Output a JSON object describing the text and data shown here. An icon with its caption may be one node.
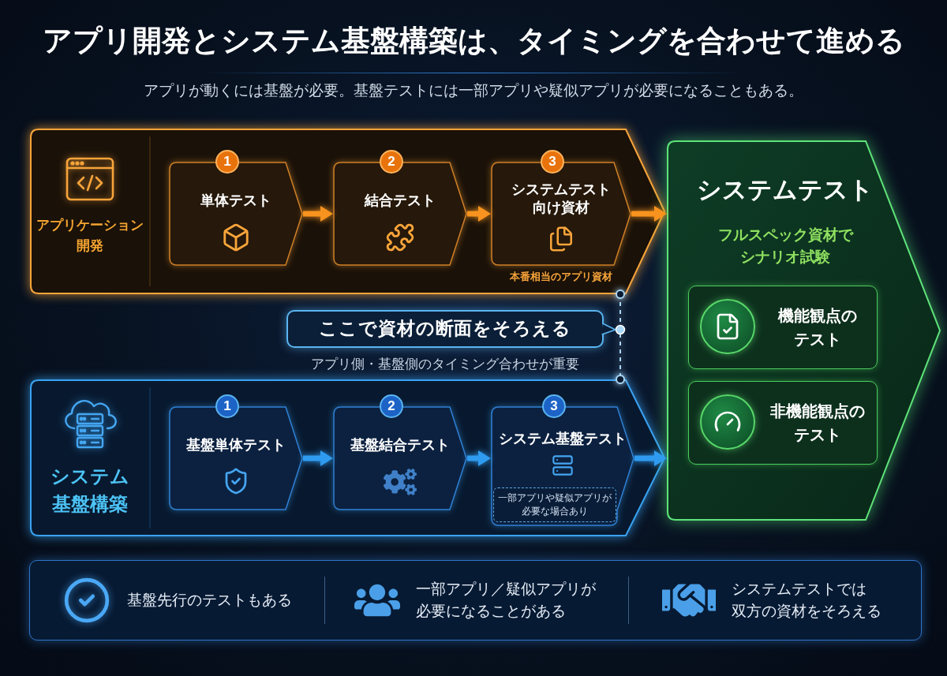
{
  "diagram": {
    "title": "アプリ開発とシステム基盤構築は、タイミングを合わせて進める",
    "nodes": [
      {
        "text": [
          "アプリケーション開発"
        ]
      },
      {
        "text": [
          "1",
          "単体テスト"
        ],
        "in": 0
      },
      {
        "text": [
          "2",
          "結合テスト"
        ],
        "in": 0
      },
      {
        "text": [
          "3",
          "システムテスト向け資材"
        ],
        "in": 0,
        "beside": [
          "本番相当のアプリ資材"
        ]
      },
      {
        "text": [
          "ここで資材の断面をそろえる"
        ],
        "beside": [
          "アプリ側・基盤側のタイミング合わせが重要"
        ]
      },
      {
        "text": [
          "システム基盤構築"
        ]
      },
      {
        "text": [
          "1",
          "基盤単体テスト"
        ],
        "in": 5
      },
      {
        "text": [
          "2",
          "基盤結合テスト"
        ],
        "in": 5
      },
      {
        "text": [
          "3",
          "システム基盤テスト"
        ],
        "in": 5
      },
      {
        "text": [
          "一部アプリや疑似アプリが必要な場合あり"
        ],
        "in": 8
      },
      {
        "text": [
          "システムテスト",
          "フルスペック資材でシナリオ試験"
        ]
      },
      {
        "text": [
          "機能観点のテスト"
        ],
        "in": 10
      },
      {
        "text": [
          "非機能観点のテスト"
        ],
        "in": 10
      },
      {
        "text": [
          "基盤先行のテストもある",
          "一部アプリ／疑似アプリが必要になることがある",
          "システムテストでは双方の資材をそろえる"
        ]
      }
    ],
    "edges": [
      {
        "from": 1,
        "to": 2,
        "arrow": "to",
        "color": "#f7931e"
      },
      {
        "from": 2,
        "to": 3,
        "arrow": "to",
        "color": "#f7931e"
      },
      {
        "from": 3,
        "to": 10,
        "arrow": "to",
        "color": "#f7931e"
      },
      {
        "from": 6,
        "to": 7,
        "arrow": "to",
        "color": "#2f9bf0"
      },
      {
        "from": 7,
        "to": 8,
        "arrow": "to",
        "color": "#2f9bf0"
      },
      {
        "from": 8,
        "to": 10,
        "arrow": "to",
        "color": "#2f9bf0"
      },
      {
        "from": 0,
        "to": 5,
        "arrow": "other",
        "style": "dashed",
        "color": "#a9d6f5"
      },
      {
        "from": 4,
        "to": null,
        "arrow": "to",
        "color": "#5ab4f0"
      }
    ],
    "labels": [
      "アプリが動くには基盤が必要。基盤テストには一部アプリや疑似アプリが必要になることもある。"
    ]
  }
}
